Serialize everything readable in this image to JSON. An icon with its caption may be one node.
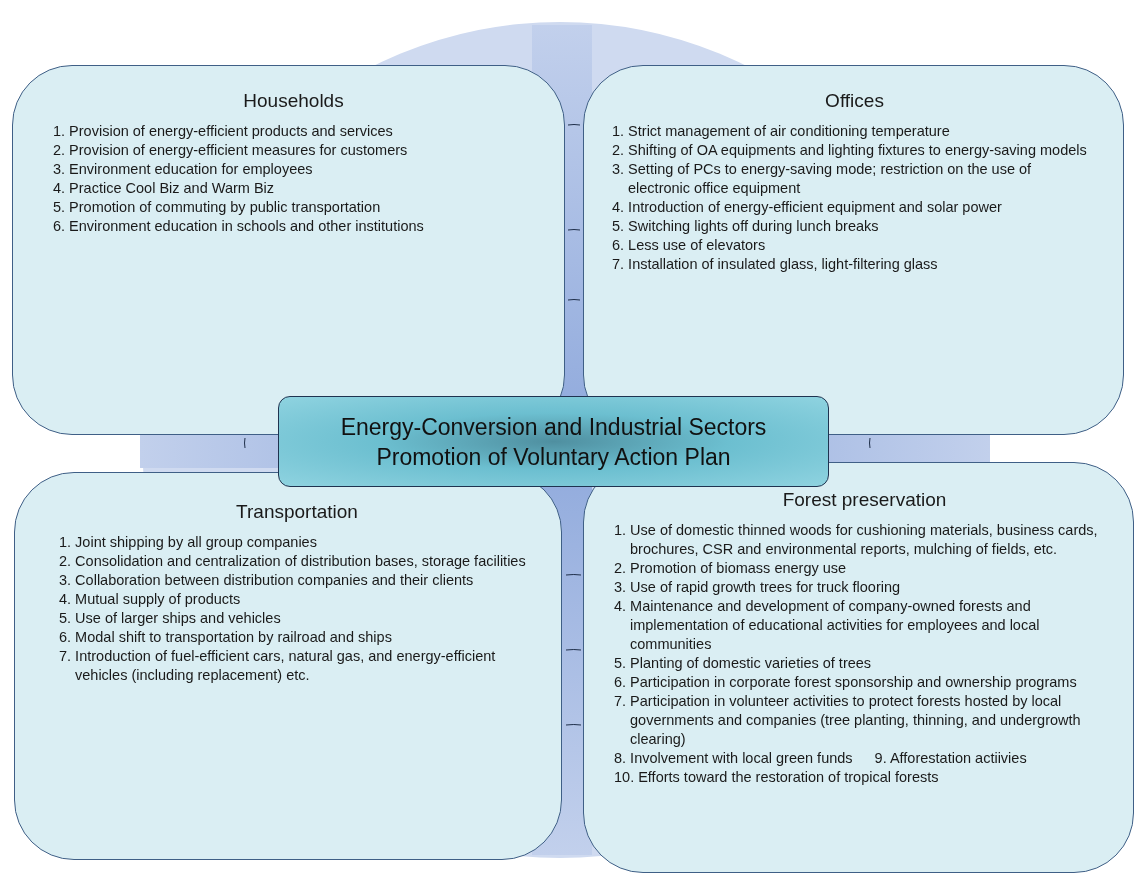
{
  "diagram": {
    "nodes": [
      {
        "text": [
          "Households",
          "1. Provision of energy-efficient products and services",
          "2. Provision of energy-efficient measures for customers",
          "3. Environment education for employees",
          "4. Practice Cool Biz and Warm Biz",
          "5. Promotion of commuting by public transportation",
          "6. Environment education in schools and other institutions"
        ]
      },
      {
        "text": [
          "Offices",
          "1. Strict management of air conditioning temperature",
          "2. Shifting of OA equipments and lighting fixtures to energy-saving models",
          "3. Setting of PCs to energy-saving mode; restriction on the use of electronic office equipment",
          "4. Introduction of energy-efficient equipment and solar power",
          "5. Switching lights off during lunch breaks",
          "6. Less use of elevators",
          "7. Installation of insulated glass, light-filtering glass"
        ]
      },
      {
        "text": [
          "Energy-Conversion and Industrial Sectors",
          "Promotion of Voluntary Action Plan"
        ]
      },
      {
        "text": [
          "Transportation",
          "1. Joint shipping by all group companies",
          "2. Consolidation and centralization of distribution bases, storage facilities",
          "3. Collaboration between distribution companies and their clients",
          "4. Mutual supply of products",
          "5. Use of larger ships and vehicles",
          "6. Modal shift to transportation by railroad and ships",
          "7. Introduction of fuel-efficient cars, natural gas, and energy-efficient vehicles (including replacement) etc."
        ]
      },
      {
        "text": [
          "Forest preservation",
          "1. Use of domestic thinned woods for cushioning materials, business cards, brochures, CSR and environmental reports, mulching of fields, etc.",
          "2. Promotion of biomass energy use",
          "3. Use of rapid growth trees for truck flooring",
          "4. Maintenance and development of company-owned forests and implementation of educational activities for employees and local communities",
          "5. Planting of domestic varieties of trees",
          "6. Participation in corporate forest sponsorship and ownership programs",
          "7. Participation in volunteer activities to protect forests hosted by local governments and companies (tree planting, thinning, and undergrowth clearing)",
          "8. Involvement with local green funds",
          "9. Afforestation actiivies",
          "10. Efforts toward the restoration of tropical forests"
        ]
      }
    ]
  }
}
